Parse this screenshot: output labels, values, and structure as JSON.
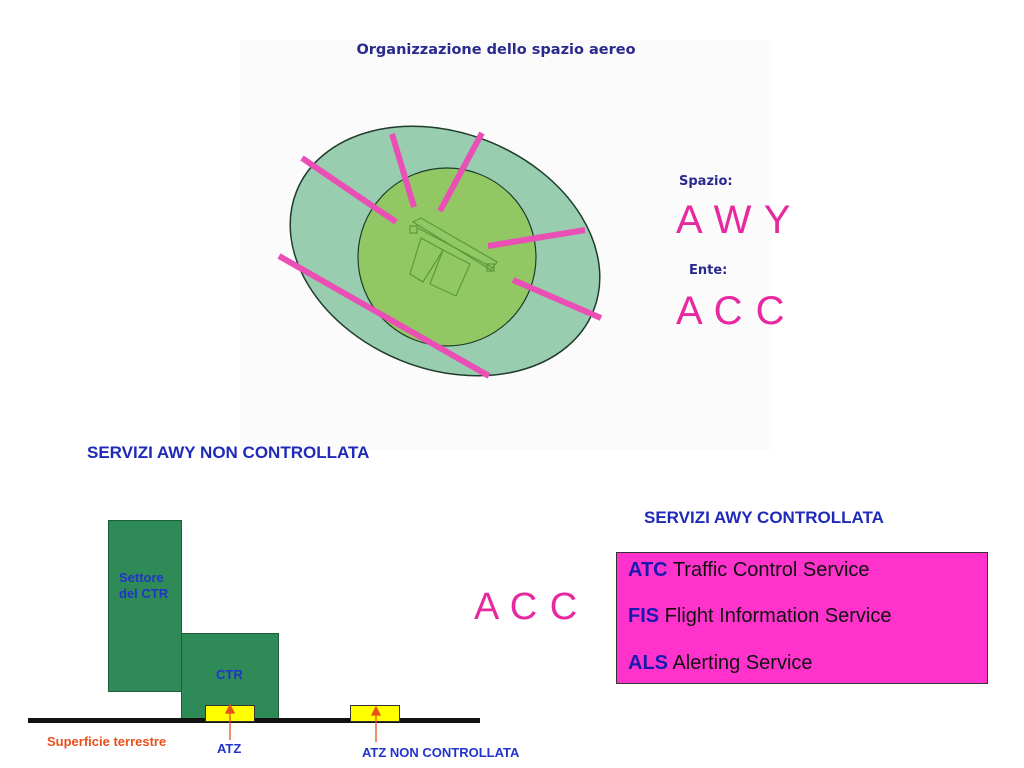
{
  "diagram": {
    "title": "Organizzazione dello spazio aereo",
    "space_label": "Spazio:",
    "space_value": "A W Y",
    "entity_label": "Ente:",
    "entity_value": "A C C",
    "colors": {
      "outer_ellipse": "#99cdb0",
      "inner_circle": "#92c863",
      "airway": "#e94fb5",
      "aircraft": "#5a9a3a"
    },
    "icons": [
      "aircraft-icon"
    ]
  },
  "uncontrolled": {
    "heading": "SERVIZI AWY NON CONTROLLATA"
  },
  "controlled": {
    "heading": "SERVIZI AWY CONTROLLATA",
    "acc": "A C C",
    "services": [
      {
        "code": "ATC",
        "desc": " Traffic Control Service"
      },
      {
        "code": "FIS",
        "desc": " Flight Information  Service"
      },
      {
        "code": "ALS",
        "desc": " Alerting Service"
      }
    ],
    "box_color": "#ff33cc"
  },
  "vertical_diagram": {
    "sector": "Settore del CTR",
    "ctr": "CTR",
    "ground": "Superficie terrestre",
    "atz": "ATZ",
    "atz_nc": "ATZ NON CONTROLLATA",
    "colors": {
      "block": "#2e8b57",
      "atz": "#ffff00",
      "arrow": "#e8501c"
    }
  }
}
